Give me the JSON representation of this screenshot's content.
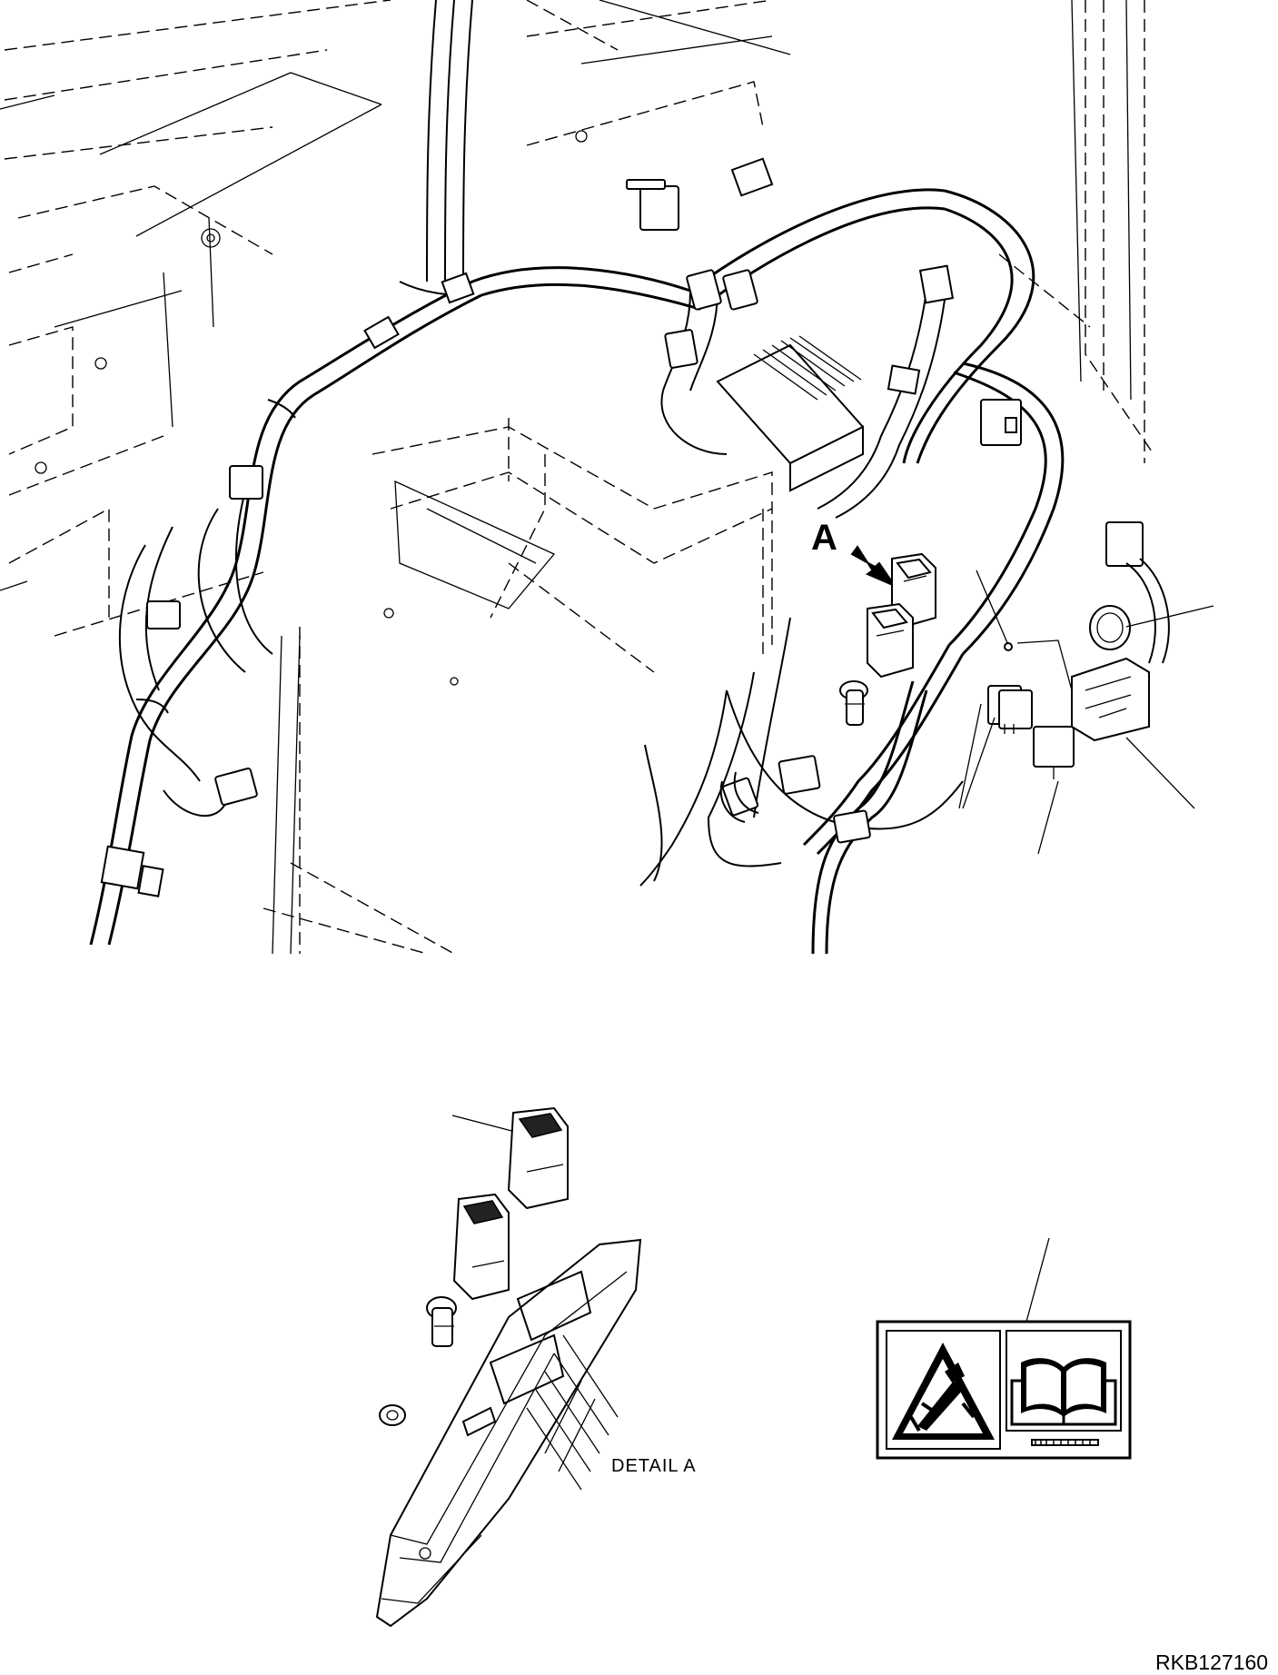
{
  "labels": {
    "callout_a": "A",
    "detail_a": "DETAIL A",
    "drawing_number": "RKB127160"
  },
  "icons": {
    "warning_label": "falling-object-warning-icon",
    "manual_label": "operator-manual-book-icon"
  }
}
